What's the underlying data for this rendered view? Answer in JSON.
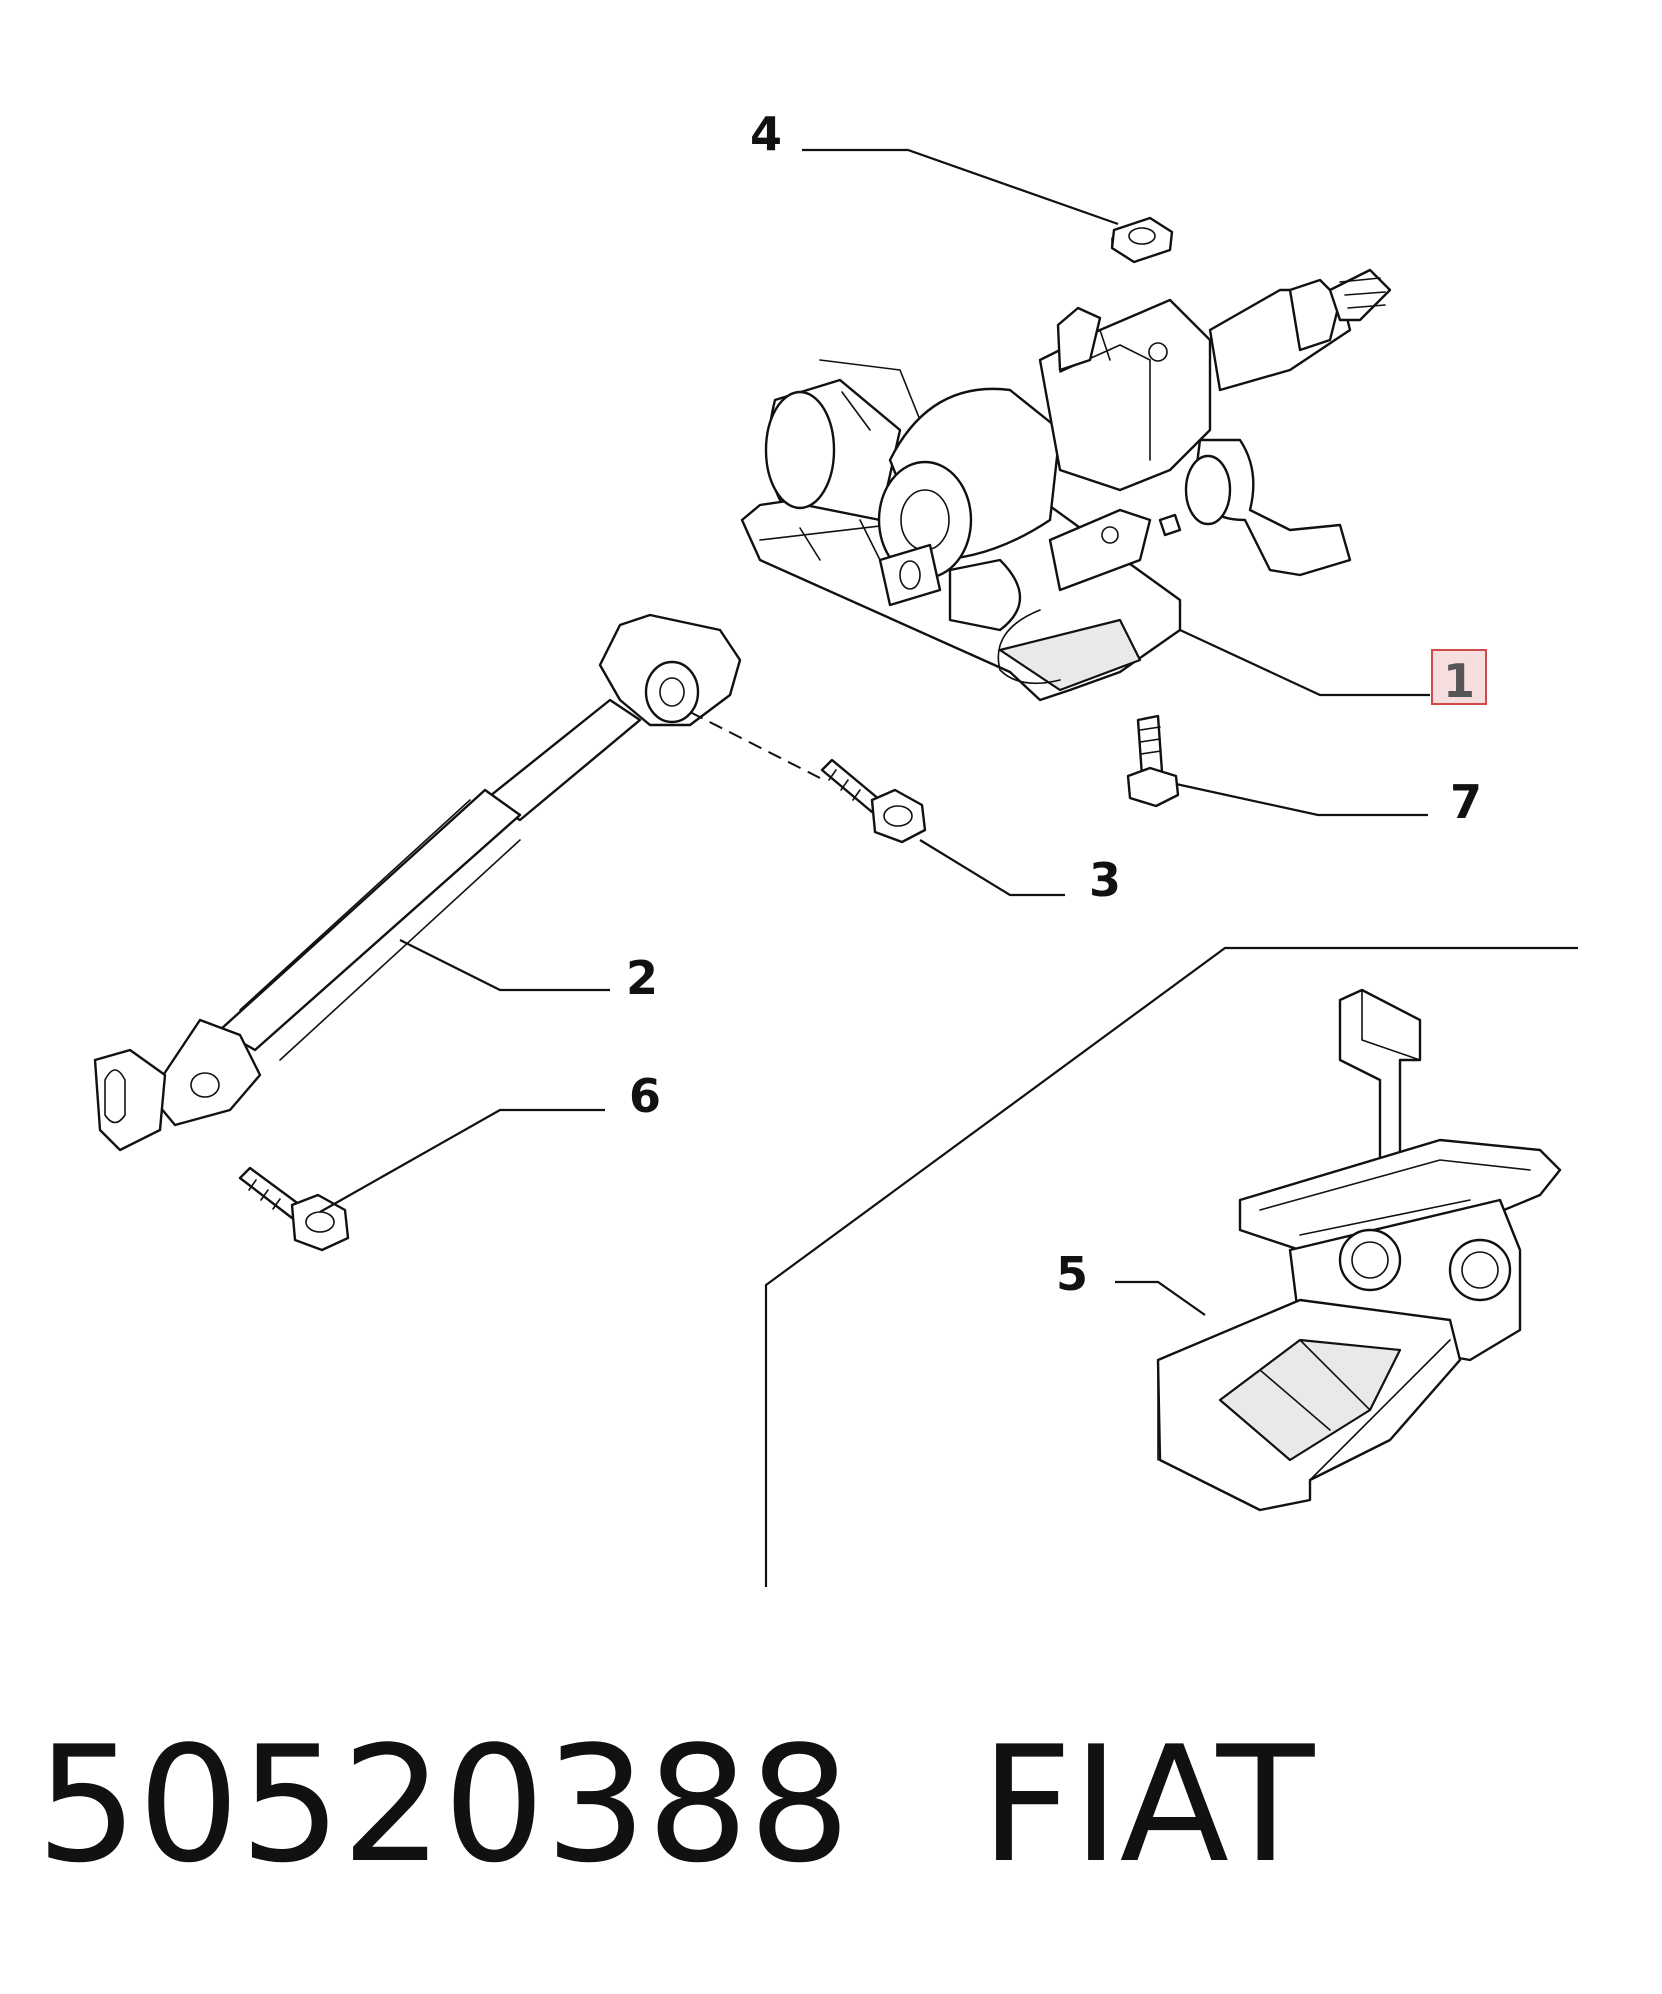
{
  "callouts": [
    {
      "number": "1",
      "highlighted": true
    },
    {
      "number": "2"
    },
    {
      "number": "3"
    },
    {
      "number": "4"
    },
    {
      "number": "5"
    },
    {
      "number": "6"
    },
    {
      "number": "7"
    }
  ],
  "footer": {
    "part_number": "50520388",
    "brand": "FIAT"
  },
  "colors": {
    "line": "#111111",
    "highlight_fill": "#f6dede",
    "highlight_border": "#cf4b4b"
  }
}
